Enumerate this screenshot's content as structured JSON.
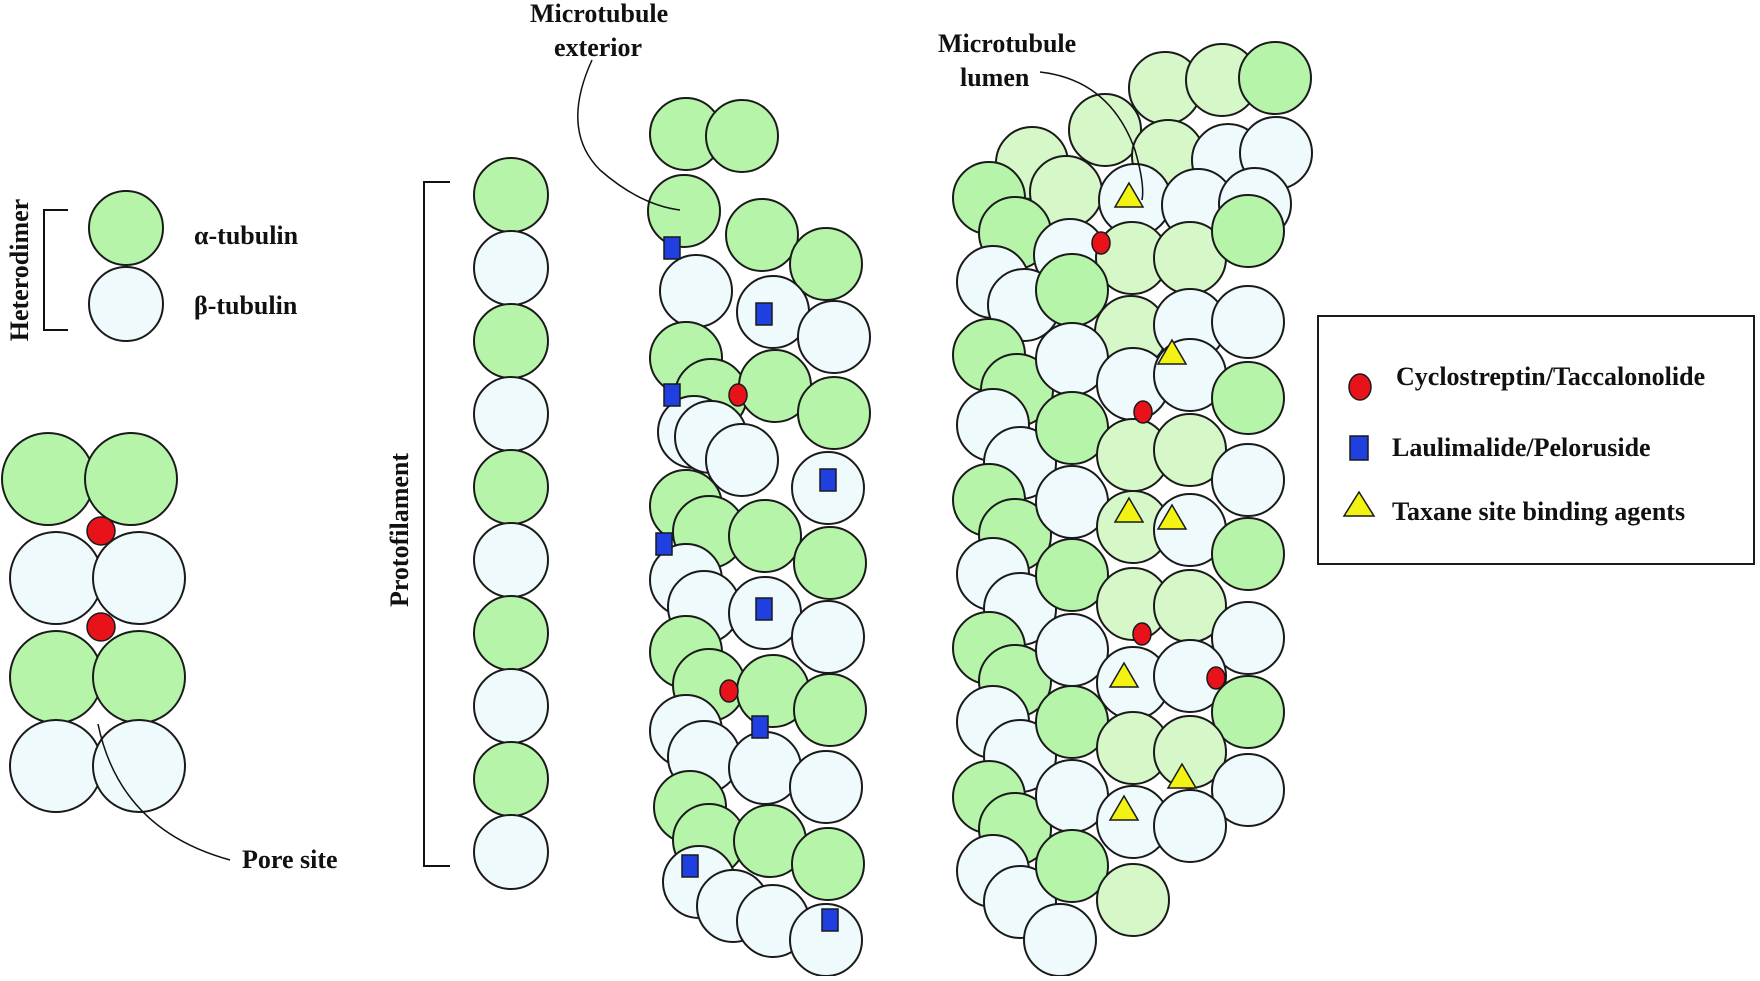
{
  "labels": {
    "heterodimer": "Heterodimer",
    "alpha": "α-tubulin",
    "beta": "β-tubulin",
    "pore_site": "Pore site",
    "protofilament": "Protofilament",
    "exterior_line1": "Microtubule",
    "exterior_line2": "exterior",
    "lumen_line1": "Microtubule",
    "lumen_line2": "lumen"
  },
  "legend": {
    "items": [
      {
        "label": "Cyclostreptin/Taccalonolide",
        "marker": "red-circle"
      },
      {
        "label": "Laulimalide/Peloruside",
        "marker": "blue-square"
      },
      {
        "label": "Taxane site binding agents",
        "marker": "yellow-triangle"
      }
    ]
  },
  "colors": {
    "alpha_green": "#b6f5a9",
    "alpha_light_green": "#d6f7c8",
    "beta_blue": "#eefafc",
    "outline": "#1a1a1a",
    "pore_red": "#e8131a",
    "laulimalide_blue": "#1f3fe0",
    "taxane_yellow": "#f2f213"
  }
}
